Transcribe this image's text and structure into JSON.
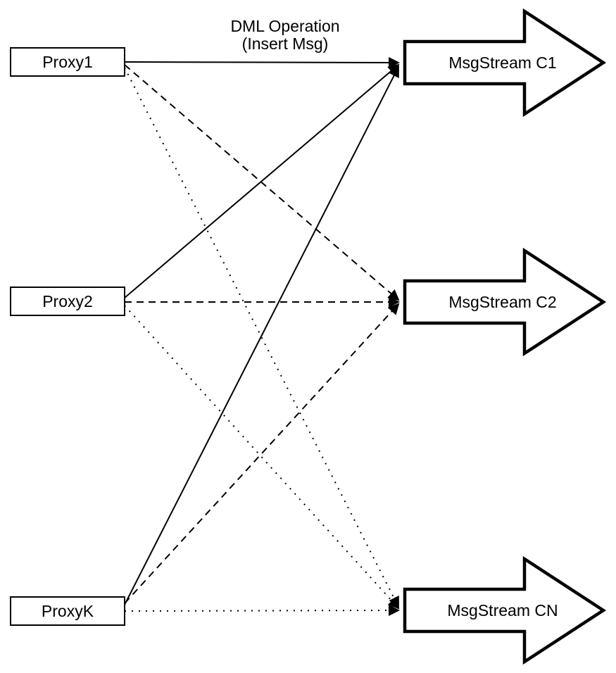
{
  "diagram": {
    "title": "Proxy to MsgStream fan-out diagram",
    "colors": {
      "background": "#ffffff",
      "stroke": "#000000",
      "node_fill": "#ffffff",
      "text": "#000000"
    },
    "edge_label": {
      "line1": "DML Operation",
      "line2": "(Insert Msg)"
    },
    "proxies": [
      {
        "id": "proxy1",
        "label": "Proxy1"
      },
      {
        "id": "proxy2",
        "label": "Proxy2"
      },
      {
        "id": "proxyK",
        "label": "ProxyK"
      }
    ],
    "streams": [
      {
        "id": "msgstream-c1",
        "label": "MsgStream C1",
        "incoming_line_style": "solid"
      },
      {
        "id": "msgstream-c2",
        "label": "MsgStream C2",
        "incoming_line_style": "dashed"
      },
      {
        "id": "msgstream-cn",
        "label": "MsgStream CN",
        "incoming_line_style": "dotted"
      }
    ],
    "edges": [
      {
        "from": "Proxy1",
        "to": "MsgStream C1",
        "style": "solid",
        "arrowhead": "filled-triangle"
      },
      {
        "from": "Proxy2",
        "to": "MsgStream C1",
        "style": "solid",
        "arrowhead": "filled-triangle"
      },
      {
        "from": "ProxyK",
        "to": "MsgStream C1",
        "style": "solid",
        "arrowhead": "filled-triangle"
      },
      {
        "from": "Proxy1",
        "to": "MsgStream C2",
        "style": "dashed",
        "arrowhead": "filled-triangle"
      },
      {
        "from": "Proxy2",
        "to": "MsgStream C2",
        "style": "dashed",
        "arrowhead": "filled-triangle"
      },
      {
        "from": "ProxyK",
        "to": "MsgStream C2",
        "style": "dashed",
        "arrowhead": "filled-triangle"
      },
      {
        "from": "Proxy1",
        "to": "MsgStream CN",
        "style": "dotted",
        "arrowhead": "filled-triangle"
      },
      {
        "from": "Proxy2",
        "to": "MsgStream CN",
        "style": "dotted",
        "arrowhead": "filled-triangle"
      },
      {
        "from": "ProxyK",
        "to": "MsgStream CN",
        "style": "dotted",
        "arrowhead": "filled-triangle"
      }
    ]
  }
}
